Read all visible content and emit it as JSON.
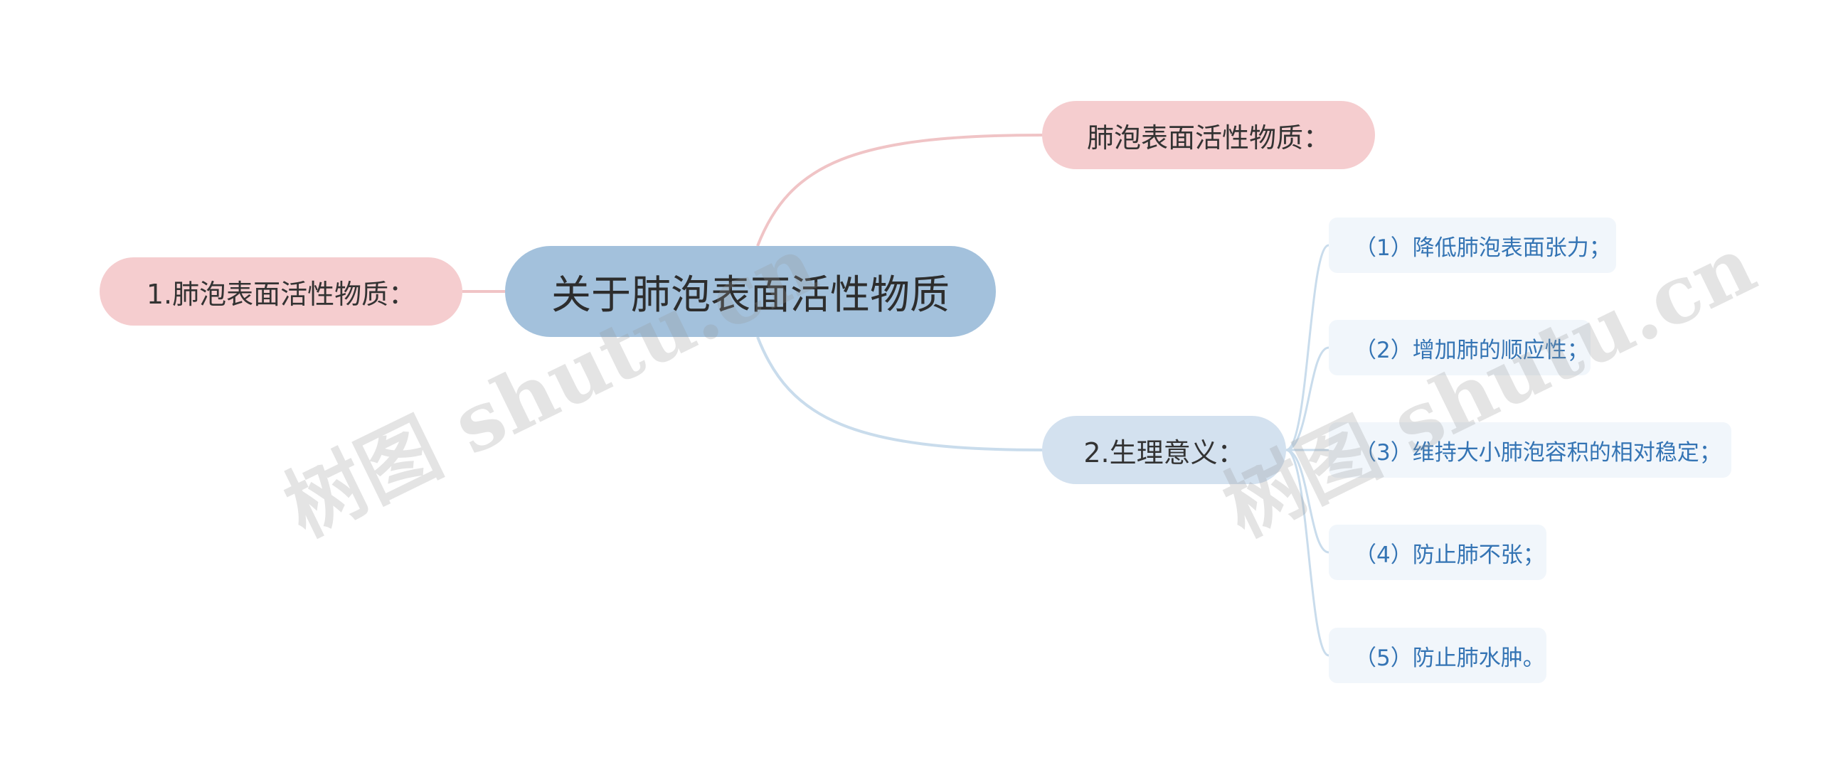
{
  "root": {
    "label": "关于肺泡表面活性物质"
  },
  "left_branch": {
    "label": "1.肺泡表面活性物质："
  },
  "top_branch": {
    "label": "肺泡表面活性物质："
  },
  "bottom_branch": {
    "label": "2.生理意义：",
    "items": [
      {
        "label": "（1）降低肺泡表面张力；"
      },
      {
        "label": "（2）增加肺的顺应性；"
      },
      {
        "label": "（3）维持大小肺泡容积的相对稳定；"
      },
      {
        "label": "（4）防止肺不张；"
      },
      {
        "label": "（5）防止肺水肿。"
      }
    ]
  },
  "watermarks": [
    "树图 shutu.cn",
    "树图 shutu.cn"
  ],
  "colors": {
    "root": "#a3c1dc",
    "pink_node": "#f5cdcf",
    "blue_node": "#d3e1ef",
    "leaf_bg": "#f1f6fb",
    "leaf_text": "#3474b4",
    "pink_link": "#f0c4c6",
    "blue_link": "#c9dcec"
  }
}
